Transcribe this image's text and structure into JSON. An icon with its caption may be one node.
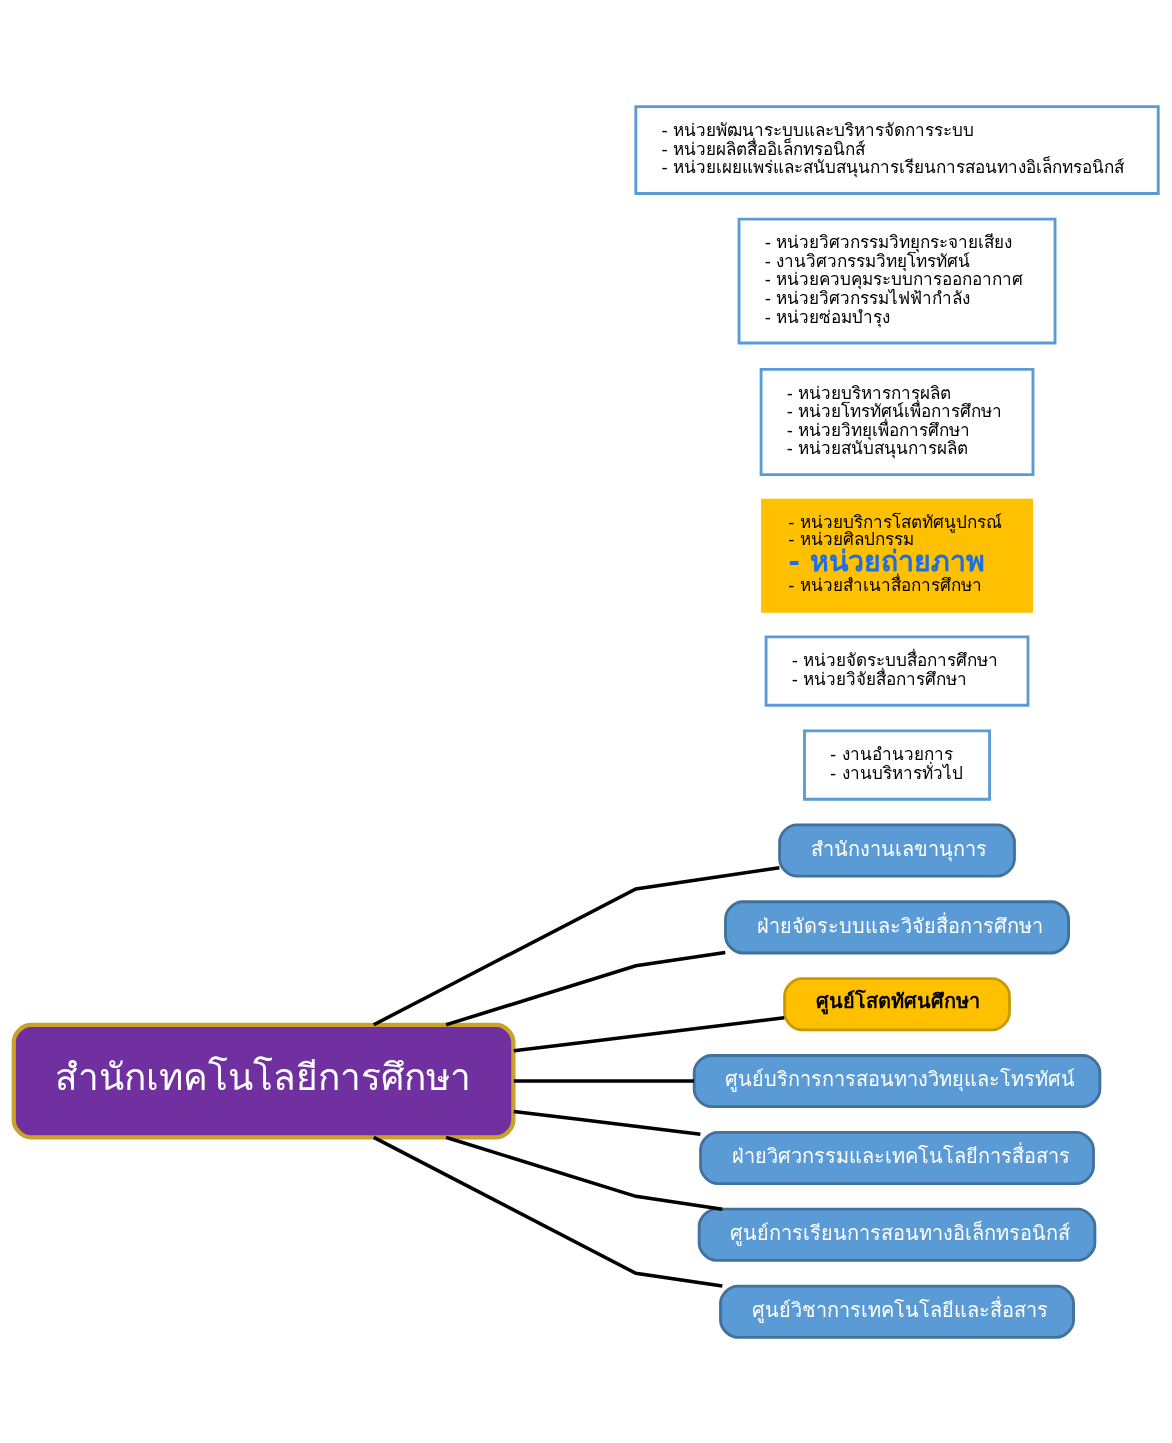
{
  "diagram": {
    "nodes": [
      {
        "text": [
          "สำนักเทคโนโลยีการศึกษา"
        ]
      },
      {
        "text": [
          "สำนักงานเลขานุการ"
        ]
      },
      {
        "text": [
          "- งานอำนวยการ",
          "- งานบริหารทั่วไป"
        ]
      },
      {
        "text": [
          "ฝ่ายจัดระบบและวิจัยสื่อการศึกษา"
        ]
      },
      {
        "text": [
          "- หน่วยจัดระบบสื่อการศึกษา",
          "- หน่วยวิจัยสื่อการศึกษา"
        ]
      },
      {
        "text": [
          "ศูนย์โสตทัศนศึกษา"
        ]
      },
      {
        "text": [
          "- หน่วยบริการโสตทัศนูปกรณ์",
          "- หน่วยศิลปกรรม",
          "- หน่วยถ่ายภาพ",
          "- หน่วยสำเนาสื่อการศึกษา"
        ]
      },
      {
        "text": [
          "ศูนย์บริการการสอนทางวิทยุและโทรทัศน์"
        ]
      },
      {
        "text": [
          "- หน่วยบริหารการผลิต",
          "- หน่วยโทรทัศน์เพื่อการศึกษา",
          "- หน่วยวิทยุเพื่อการศึกษา",
          "- หน่วยสนับสนุนการผลิต"
        ]
      },
      {
        "text": [
          "ฝ่ายวิศวกรรมและเทคโนโลยีการสื่อสาร"
        ]
      },
      {
        "text": [
          "- หน่วยวิศวกรรมวิทยุกระจายเสียง",
          "- งานวิศวกรรมวิทยุโทรทัศน์",
          "- หน่วยควบคุมระบบการออกอากาศ",
          "- หน่วยวิศวกรรมไฟฟ้ากำลัง",
          "- หน่วยซ่อมบำรุง"
        ]
      },
      {
        "text": [
          "ศูนย์การเรียนการสอนทางอิเล็กทรอนิกส์"
        ]
      },
      {
        "text": [
          "- หน่วยพัฒนาระบบและบริหารจัดการระบบ",
          "- หน่วยผลิตสื่ออิเล็กทรอนิกส์",
          "- หน่วยเผยแพร่และสนับสนุนการเรียนการสอนทางอิเล็กทรอนิกส์"
        ]
      },
      {
        "text": [
          "ศูนย์วิชาการเทคโนโลยีและสื่อสาร"
        ]
      }
    ],
    "edges": [
      {
        "from": 0,
        "to": 1,
        "arrow": "none"
      },
      {
        "from": 0,
        "to": 3,
        "arrow": "none"
      },
      {
        "from": 0,
        "to": 5,
        "arrow": "none"
      },
      {
        "from": 0,
        "to": 7,
        "arrow": "none"
      },
      {
        "from": 0,
        "to": 9,
        "arrow": "none"
      },
      {
        "from": 0,
        "to": 11,
        "arrow": "none"
      },
      {
        "from": 0,
        "to": 13,
        "arrow": "none"
      }
    ]
  }
}
